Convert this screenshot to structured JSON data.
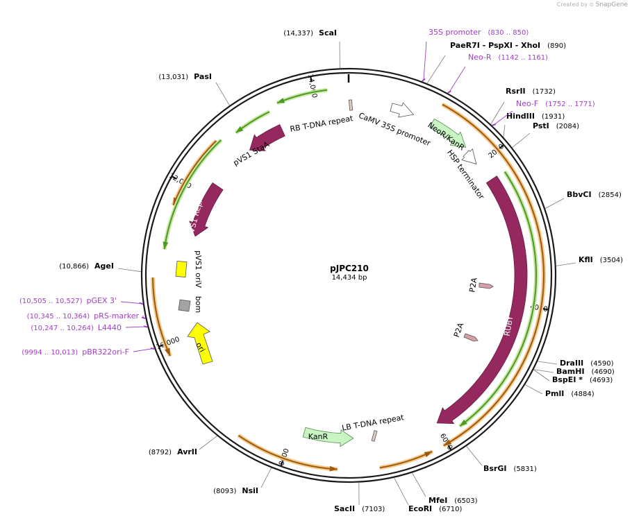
{
  "watermark": {
    "text": "Created by",
    "brand": "SnapGene"
  },
  "plasmid": {
    "name": "pJPC210",
    "length": "14,434 bp",
    "bp": 14434
  },
  "colors": {
    "backbone": "#1a1a1a",
    "primer": "#a03cc8",
    "orf_green": "#4c9a1e",
    "orf_brown": "#9a5a10",
    "orf_halo": "#f5c98a",
    "orf_halo_green": "#c7e6a8",
    "feature_maroon": "#95285f",
    "marker_green": "#c8f5c3",
    "promoter_white": "#ffffff",
    "ori_yellow": "#ffff00",
    "rep_beige": "#e0c9c0",
    "bom_gray": "#a3a3a3"
  },
  "ticks": [
    {
      "pos": 2000,
      "label": "2000"
    },
    {
      "pos": 4000,
      "label": "4000"
    },
    {
      "pos": 6000,
      "label": "6000"
    },
    {
      "pos": 8000,
      "label": "8000"
    },
    {
      "pos": 10000,
      "label": "10,000"
    },
    {
      "pos": 12000,
      "label": "12,000"
    },
    {
      "pos": 14000,
      "label": "14,000"
    }
  ],
  "sites": [
    {
      "id": "ScaI",
      "name": "ScaI",
      "pos": "(14,337)",
      "bp": 14337
    },
    {
      "id": "PaeR7I",
      "name": "PaeR7I  - PspXI  - XhoI",
      "pos": "(890)",
      "bp": 890
    },
    {
      "id": "RsrII",
      "name": "RsrII",
      "pos": "(1732)",
      "bp": 1732
    },
    {
      "id": "HindIII",
      "name": "HindIII",
      "pos": "(1931)",
      "bp": 1931
    },
    {
      "id": "PstI",
      "name": "PstI",
      "pos": "(2084)",
      "bp": 2084
    },
    {
      "id": "BbvCI",
      "name": "BbvCI",
      "pos": "(2854)",
      "bp": 2854
    },
    {
      "id": "KflI",
      "name": "KflI",
      "pos": "(3504)",
      "bp": 3504
    },
    {
      "id": "DraIII",
      "name": "DraIII",
      "pos": "(4590)",
      "bp": 4590
    },
    {
      "id": "BamHI",
      "name": "BamHI",
      "pos": "(4690)",
      "bp": 4690
    },
    {
      "id": "BspEI",
      "name": "BspEI *",
      "pos": "(4693)",
      "bp": 4693
    },
    {
      "id": "PmlI",
      "name": "PmlI",
      "pos": "(4884)",
      "bp": 4884
    },
    {
      "id": "BsrGI",
      "name": "BsrGI",
      "pos": "(5831)",
      "bp": 5831
    },
    {
      "id": "MfeI",
      "name": "MfeI",
      "pos": "(6503)",
      "bp": 6503
    },
    {
      "id": "EcoRI",
      "name": "EcoRI",
      "pos": "(6710)",
      "bp": 6710
    },
    {
      "id": "SacII",
      "name": "SacII",
      "pos": "(7103)",
      "bp": 7103
    },
    {
      "id": "NsiI",
      "name": "NsiI",
      "pos": "(8093)",
      "bp": 8093
    },
    {
      "id": "AvrII",
      "name": "AvrII",
      "pos": "(8792)",
      "bp": 8792
    },
    {
      "id": "AgeI",
      "name": "AgeI",
      "pos": "(10,866)",
      "bp": 10866
    },
    {
      "id": "PasI",
      "name": "PasI",
      "pos": "(13,031)",
      "bp": 13031
    }
  ],
  "primers": [
    {
      "id": "35S",
      "name": "35S promoter",
      "pos": "(830 .. 850)",
      "bp": 840
    },
    {
      "id": "NeoR",
      "name": "Neo-R",
      "pos": "(1142 .. 1161)",
      "bp": 1152
    },
    {
      "id": "NeoF",
      "name": "Neo-F",
      "pos": "(1752 .. 1771)",
      "bp": 1762
    },
    {
      "id": "pGEX3",
      "name": "pGEX 3'",
      "pos": "(10,505 .. 10,527)",
      "bp": 10516
    },
    {
      "id": "pRS",
      "name": "pRS-marker",
      "pos": "(10,345 .. 10,364)",
      "bp": 10355
    },
    {
      "id": "L4440",
      "name": "L4440",
      "pos": "(10,247 .. 10,264)",
      "bp": 10256
    },
    {
      "id": "pBR322",
      "name": "pBR322ori-F",
      "pos": "(9994 .. 10,013)",
      "bp": 10004
    }
  ],
  "features": [
    {
      "id": "ruby",
      "label": "RUBY"
    },
    {
      "id": "neor",
      "label": "NeoR/KanR"
    },
    {
      "id": "kanr",
      "label": "KanR"
    },
    {
      "id": "repa",
      "label": "pVS1 RepA"
    },
    {
      "id": "staa",
      "label": "pVS1 StaA"
    },
    {
      "id": "camv",
      "label": "CaMV 35S promoter"
    },
    {
      "id": "hsp",
      "label": "HSP terminator"
    },
    {
      "id": "rb",
      "label": "RB T-DNA repeat"
    },
    {
      "id": "lb",
      "label": "LB T-DNA repeat"
    },
    {
      "id": "oriv",
      "label": "pVS1 oriV"
    },
    {
      "id": "bom",
      "label": "bom"
    },
    {
      "id": "ori",
      "label": "ori"
    },
    {
      "id": "p2a1",
      "label": "P2A"
    },
    {
      "id": "p2a2",
      "label": "P2A"
    }
  ]
}
